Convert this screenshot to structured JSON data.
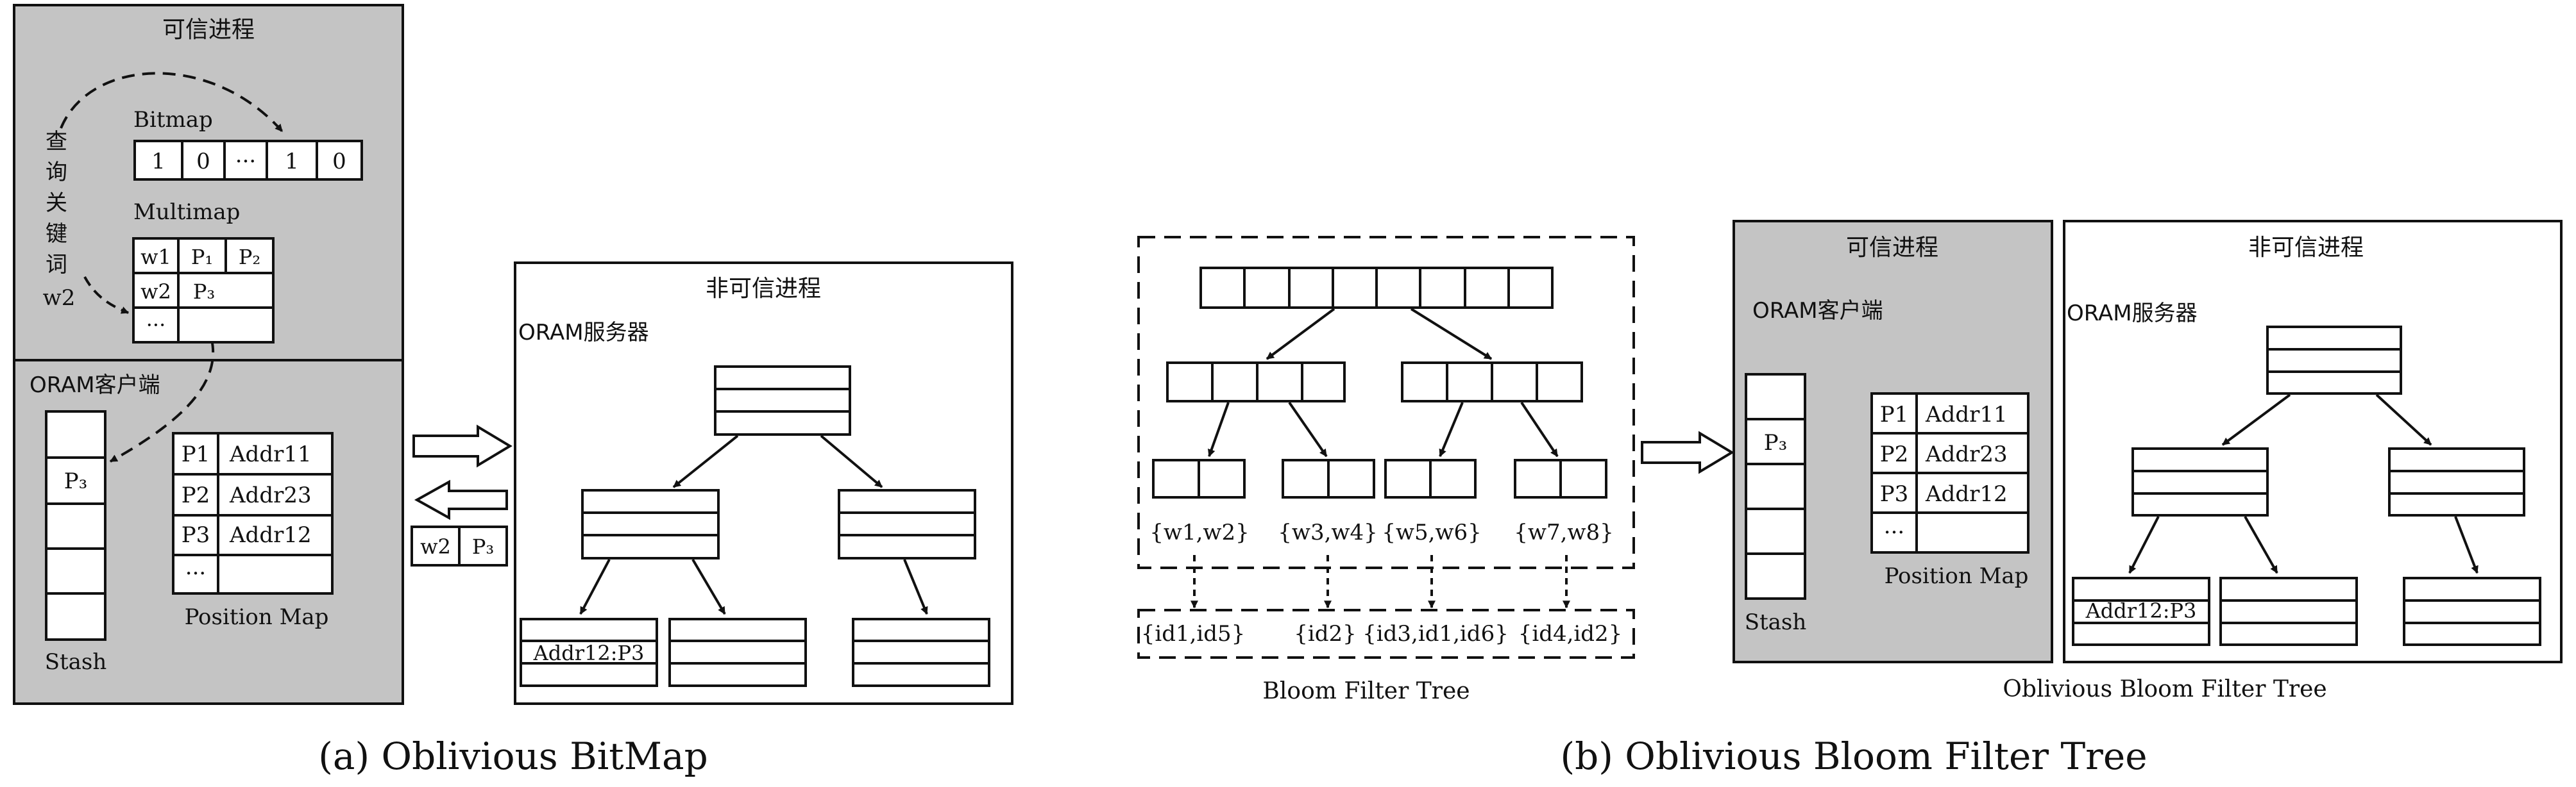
{
  "panel_a": {
    "trusted_title": "可信进程",
    "query_label": [
      "查",
      "询",
      "关",
      "键",
      "词"
    ],
    "query_keyword": "w2",
    "bitmap_label": "Bitmap",
    "bitmap_cells": [
      "1",
      "0",
      "···",
      "1",
      "0"
    ],
    "multimap_label": "Multimap",
    "multimap_rows": [
      [
        "w1",
        "P₁",
        "P₂"
      ],
      [
        "w2",
        "P₃",
        ""
      ],
      [
        "···",
        "",
        ""
      ]
    ],
    "oram_client_label": "ORAM客户端",
    "stash_label": "Stash",
    "stash_cells": [
      "",
      "P₃",
      "",
      "",
      ""
    ],
    "position_map_label": "Position Map",
    "position_map_rows": [
      [
        "P1",
        "Addr11"
      ],
      [
        "P2",
        "Addr23"
      ],
      [
        "P3",
        "Addr12"
      ],
      [
        "···",
        ""
      ]
    ],
    "return_cells": [
      "w2",
      "P₃"
    ],
    "untrusted_title": "非可信进程",
    "oram_server_label": "ORAM服务器",
    "leaf_label": "Addr12:P3",
    "caption": "(a) Oblivious BitMap"
  },
  "panel_b": {
    "bf_sets": [
      "{w1,w2}",
      "{w3,w4}",
      "{w5,w6}",
      "{w7,w8}"
    ],
    "id_sets": [
      "{id1,id5}",
      "{id2}",
      "{id3,id1,id6}",
      "{id4,id2}"
    ],
    "bf_tree_label": "Bloom Filter Tree",
    "trusted_title": "可信进程",
    "oram_client_label": "ORAM客户端",
    "stash_label": "Stash",
    "stash_cells": [
      "",
      "P₃",
      "",
      "",
      ""
    ],
    "position_map_label": "Position Map",
    "position_map_rows": [
      [
        "P1",
        "Addr11"
      ],
      [
        "P2",
        "Addr23"
      ],
      [
        "P3",
        "Addr12"
      ],
      [
        "···",
        ""
      ]
    ],
    "untrusted_title": "非可信进程",
    "oram_server_label": "ORAM服务器",
    "leaf_label": "Addr12:P3",
    "obft_label": "Oblivious Bloom Filter Tree",
    "caption": "(b) Oblivious Bloom Filter Tree"
  },
  "colors": {
    "trusted_fill": "#c4c4c4",
    "stroke": "#111111",
    "background": "#ffffff"
  }
}
